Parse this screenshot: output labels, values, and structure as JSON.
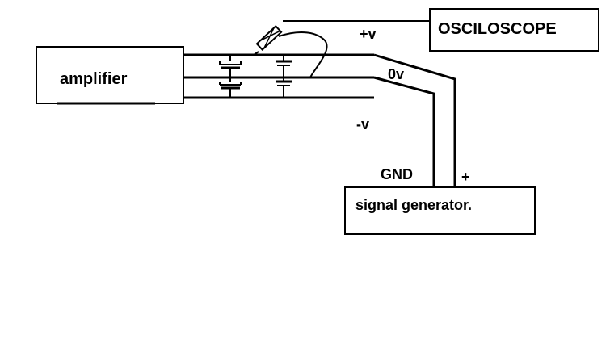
{
  "boxes": {
    "amplifier": "amplifier",
    "oscilloscope": "OSCILOSCOPE",
    "signal_generator": "signal generator."
  },
  "rail_labels": {
    "positive": "+v",
    "zero": "0v",
    "negative": "-v"
  },
  "generator_terminals": {
    "ground": "GND",
    "plus": "+"
  }
}
